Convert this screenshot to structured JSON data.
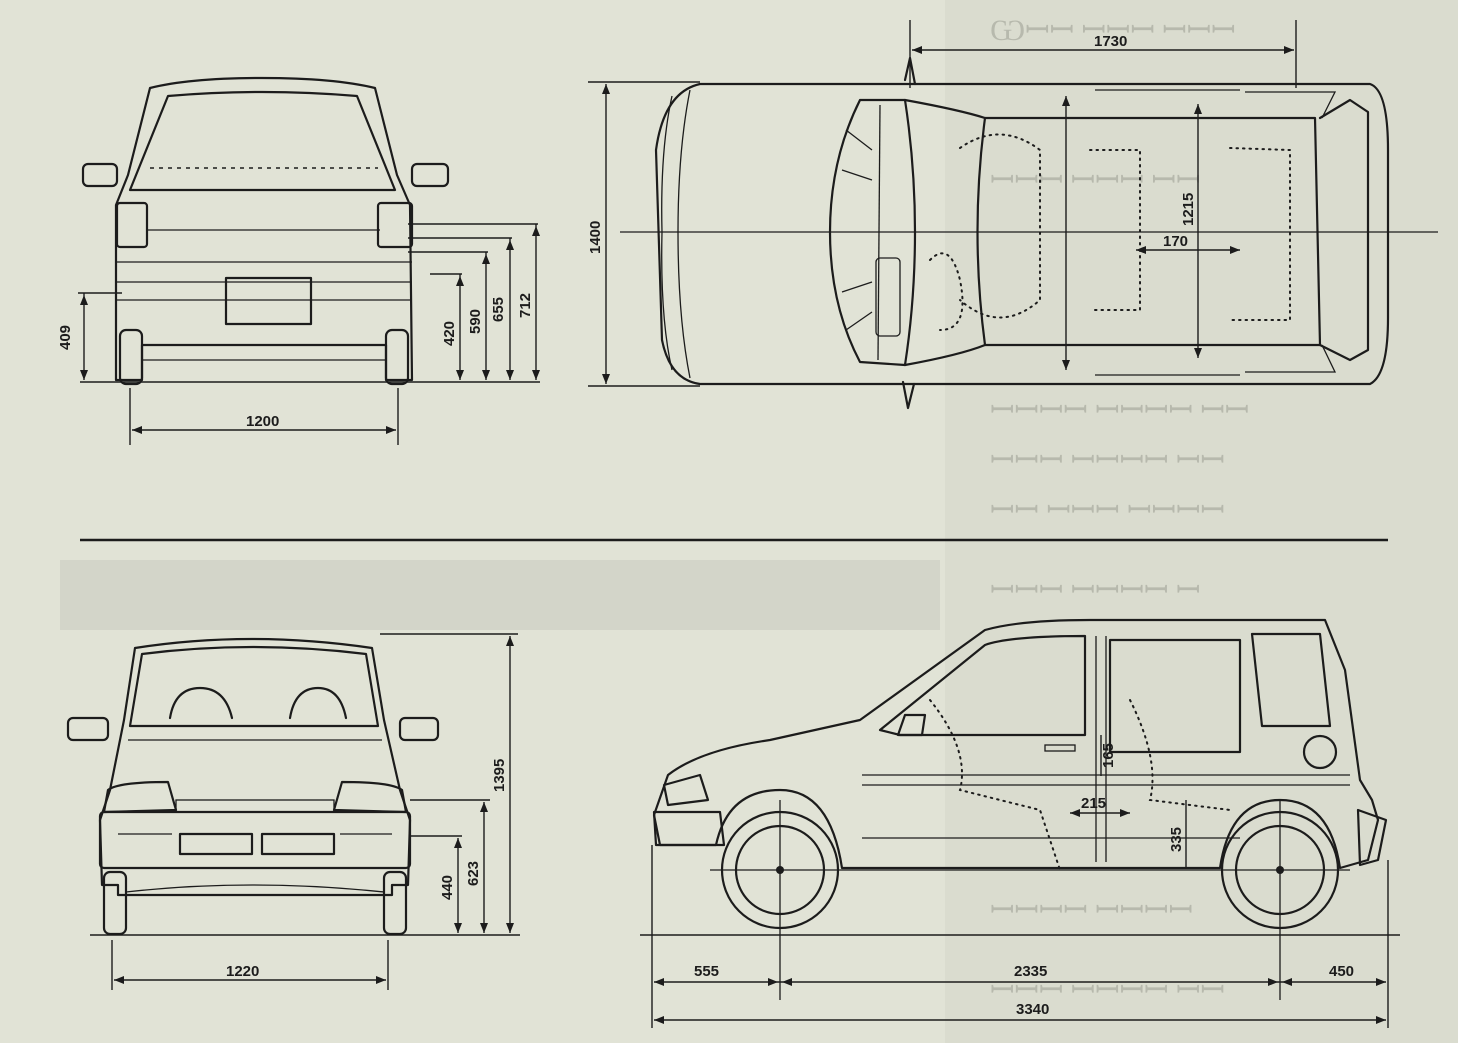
{
  "colors": {
    "paper": "#e1e3d6",
    "ink": "#1c1c1c",
    "bleed": "#b7b9ad"
  },
  "dimensions": {
    "front_track": "1200",
    "front_height_409": "409",
    "front_height_420": "420",
    "front_height_590": "590",
    "front_height_655": "655",
    "front_height_712": "712",
    "top_width": "1730",
    "top_height": "1400",
    "top_1215": "1215",
    "top_170": "170",
    "rear_track": "1220",
    "rear_440": "440",
    "rear_623": "623",
    "rear_1395": "1395",
    "side_165": "165",
    "side_215": "215",
    "side_335": "335",
    "side_front_overhang": "555",
    "side_wheelbase": "2335",
    "side_rear_overhang": "450",
    "side_length": "3340"
  }
}
